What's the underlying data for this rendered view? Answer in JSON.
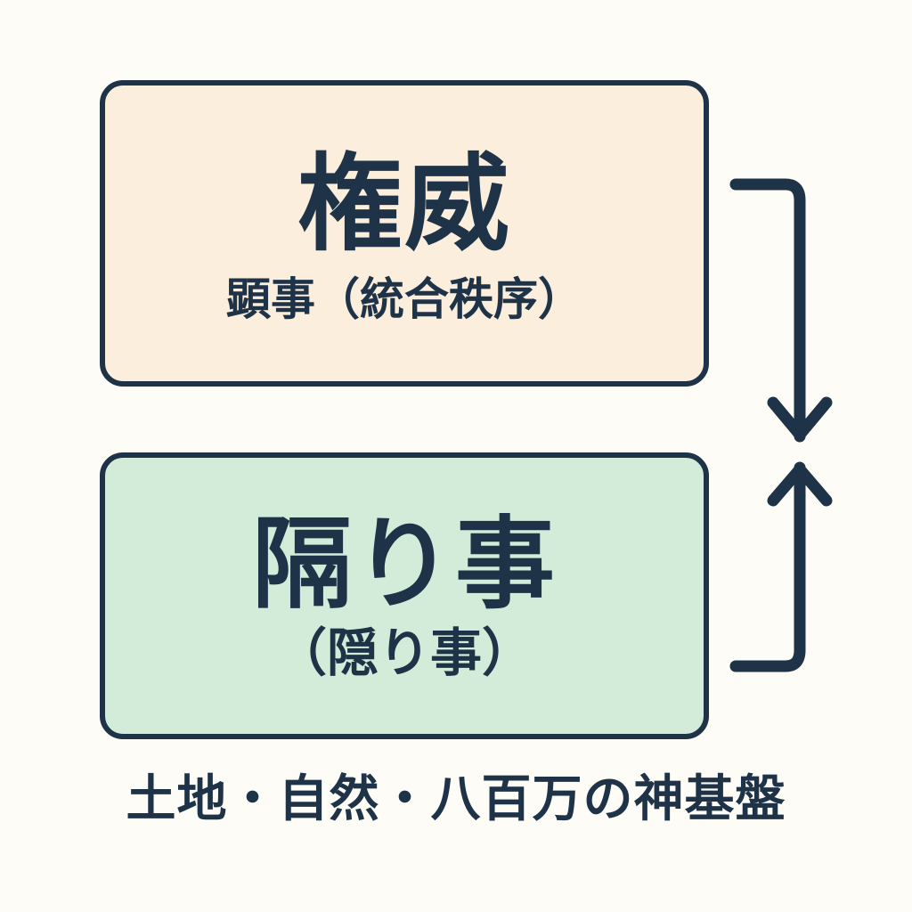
{
  "page": {
    "background_color": "#fdfcf7",
    "ink_color": "#1f3348"
  },
  "diagram": {
    "type": "two-tier-concept",
    "boxes": [
      {
        "id": "authority",
        "title": "権威",
        "subtitle": "顕事（統合秩序）",
        "fill_color": "#fceedc",
        "border_color": "#1f3348"
      },
      {
        "id": "hidden",
        "title": "隔り事",
        "subtitle": "（隠り事）",
        "fill_color": "#d3ecd9",
        "border_color": "#1f3348"
      }
    ],
    "connector": {
      "name": "bidirectional-bracket-arrow",
      "direction": "both",
      "color": "#1f3348"
    },
    "caption": "土地・自然・八百万の神基盤"
  }
}
